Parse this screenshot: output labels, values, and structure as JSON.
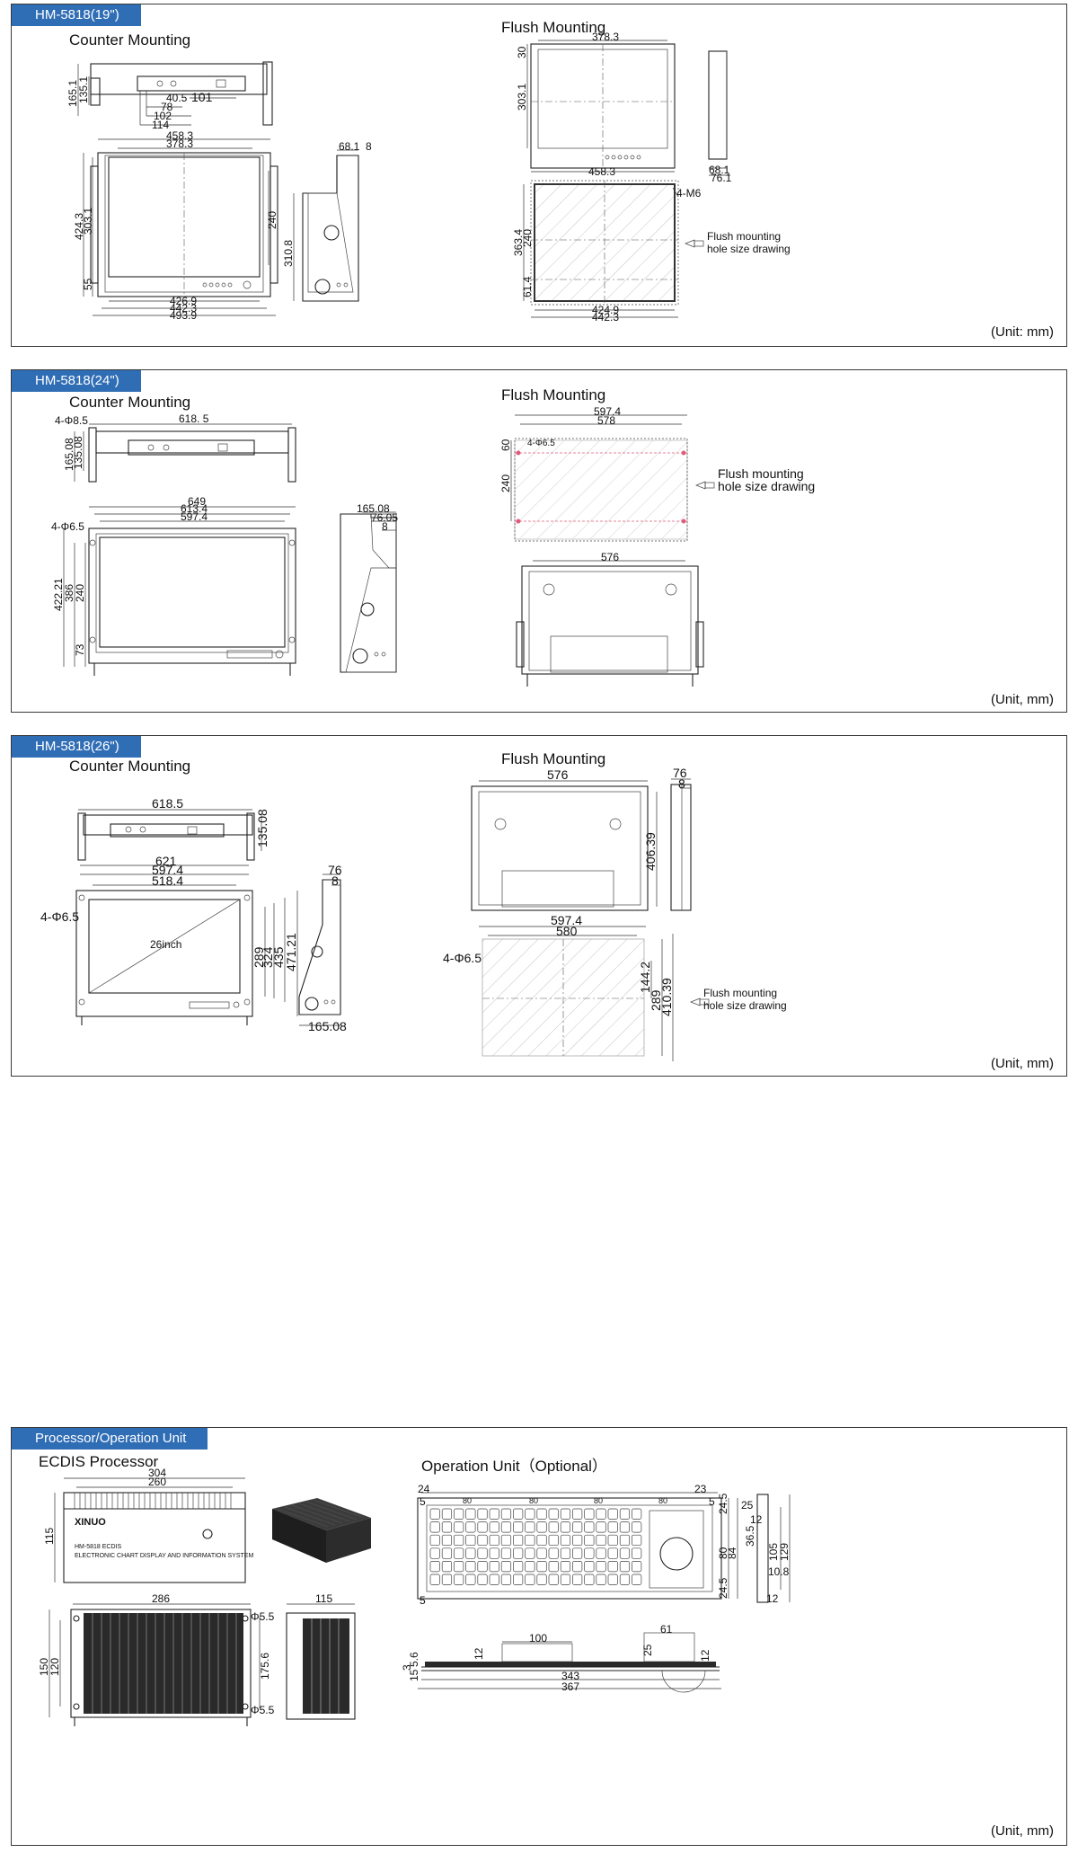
{
  "panels": [
    {
      "tag": "HM-5818(19\")",
      "counter_title": "Counter Mounting",
      "flush_title": "Flush Mounting",
      "unit": "(Unit: mm)",
      "dims": {
        "d165": "165.1",
        "d135": "135.1",
        "d40": "40.5",
        "d101": "101",
        "d78": "78",
        "d102": "102",
        "d114": "114",
        "d458": "458.3",
        "d378": "378.3",
        "d424": "424.3",
        "d303": "303.1",
        "d240": "240",
        "d55": "55",
        "d426": "426.9",
        "d442": "442.3",
        "d493": "493.9",
        "d681": "68.1",
        "d8": "8",
        "d3108": "310.8",
        "f378": "378.3",
        "f30": "30",
        "f303": "303.1",
        "f458": "458.3",
        "f681": "68.1",
        "f761": "76.1",
        "m6": "4-M6",
        "h363": "363.4",
        "h240": "240",
        "h614": "61.4",
        "h424": "424.9",
        "h442": "442.3"
      },
      "flush_note_1": "Flush mounting",
      "flush_note_2": "hole size drawing"
    },
    {
      "tag": "HM-5818(24\")",
      "counter_title": "Counter Mounting",
      "flush_title": "Flush Mounting",
      "unit": "(Unit, mm)",
      "dims": {
        "phi85": "4-Φ8.5",
        "d6185": "618. 5",
        "d16508": "165.08",
        "d13508": "135.08",
        "d649": "649",
        "d6134": "613.4",
        "d5974": "597.4",
        "phi65": "4-Φ6.5",
        "d42221": "422.21",
        "d386": "386",
        "d240": "240",
        "d73": "73",
        "s16508": "165.08",
        "s7605": "76.05",
        "s8": "8",
        "f5974": "597.4",
        "f578": "578",
        "f60": "60",
        "fphi": "4-Φ6.5",
        "f240": "240",
        "f576": "576"
      },
      "flush_note_1": "Flush mounting",
      "flush_note_2": "hole size drawing"
    },
    {
      "tag": "HM-5818(26\")",
      "counter_title": "Counter Mounting",
      "flush_title": "Flush Mounting",
      "unit": "(Unit, mm)",
      "dims": {
        "d6185": "618.5",
        "d13508": "135.08",
        "d621": "621",
        "d5974": "597.4",
        "d5184": "518.4",
        "phi": "4-Φ6.5",
        "inch": "26inch",
        "d289": "289",
        "d324": "324",
        "d435": "435",
        "d47121": "471.21",
        "s76": "76",
        "s8": "8",
        "s16508": "165.08",
        "f576": "576",
        "f76": "76",
        "f8": "8",
        "f40639": "406.39",
        "h5974": "597.4",
        "h580": "580",
        "hphi": "4-Φ6.5",
        "h1442": "144.2",
        "h289": "289",
        "h41039": "410.39"
      },
      "flush_note_1": "Flush mounting",
      "flush_note_2": "hole size drawing"
    }
  ],
  "processor": {
    "tag": "Processor/Operation Unit",
    "ecdis_title": "ECDIS Processor",
    "operation_title": "Operation Unit（Optional）",
    "unit": "(Unit, mm)",
    "brand": "XINUO",
    "model_line": "HM-5818 ECDIS",
    "desc_line": "ELECTRONIC CHART DISPLAY AND INFORMATION SYSTEM",
    "dims": {
      "p304": "304",
      "p260": "260",
      "p115": "115",
      "p286": "286",
      "p150": "150",
      "p120": "120",
      "p1756": "175.6",
      "p55a": "Φ5.5",
      "p55b": "Φ5.5",
      "s115": "115",
      "k24": "24",
      "k23": "23",
      "k5a": "5",
      "k5b": "5",
      "k5c": "5",
      "k80a": "80",
      "k80b": "80",
      "k80c": "80",
      "k80d": "80",
      "k245a": "24.5",
      "k245b": "24.5",
      "k80r": "80",
      "k84": "84",
      "k25": "25",
      "k365": "36.5",
      "k12a": "12",
      "k105": "105",
      "k129": "129",
      "k108": "10.8",
      "k12b": "12",
      "b100": "100",
      "b61": "61",
      "b25": "25",
      "b12": "12",
      "b3": "3",
      "b56": "5.6",
      "b15": "15",
      "b12l": "12",
      "b343": "343",
      "b367": "367"
    }
  }
}
